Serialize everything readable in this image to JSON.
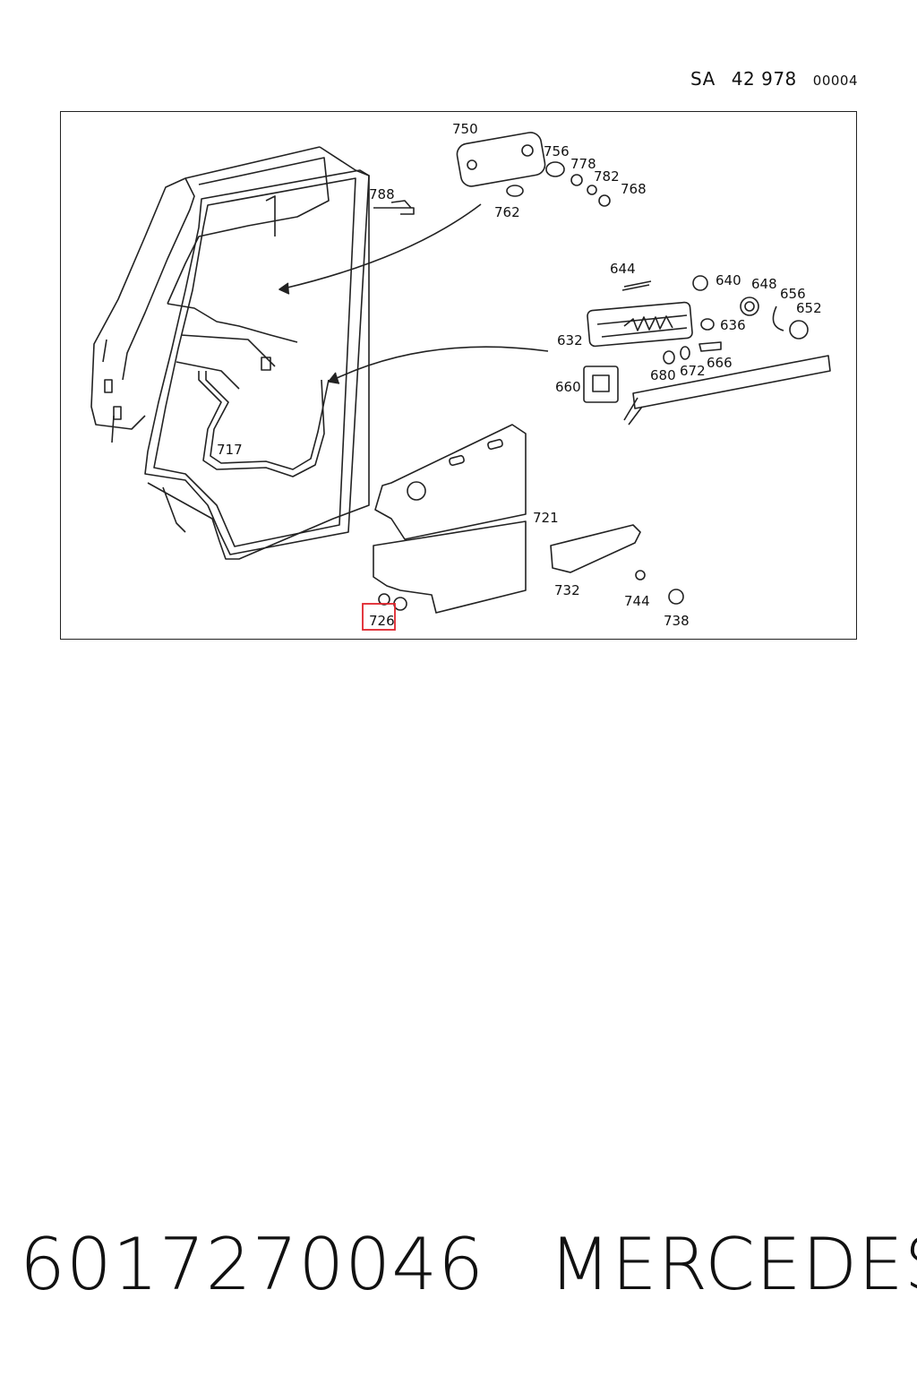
{
  "header": {
    "prefix": "SA",
    "number": "42 978",
    "code": "00004"
  },
  "diagram": {
    "labels": {
      "l750": "750",
      "l756": "756",
      "l778": "778",
      "l782": "782",
      "l768": "768",
      "l762": "762",
      "l788": "788",
      "l644": "644",
      "l640": "640",
      "l648": "648",
      "l656": "656",
      "l652": "652",
      "l636": "636",
      "l632": "632",
      "l680": "680",
      "l672": "672",
      "l666": "666",
      "l660": "660",
      "l717": "717",
      "l721": "721",
      "l732": "732",
      "l744": "744",
      "l738": "738",
      "l726": "726"
    },
    "highlighted_part": "726",
    "highlight_color": "#e0242c"
  },
  "footer": {
    "part_number": "6017270046",
    "brand": "MERCEDES"
  }
}
